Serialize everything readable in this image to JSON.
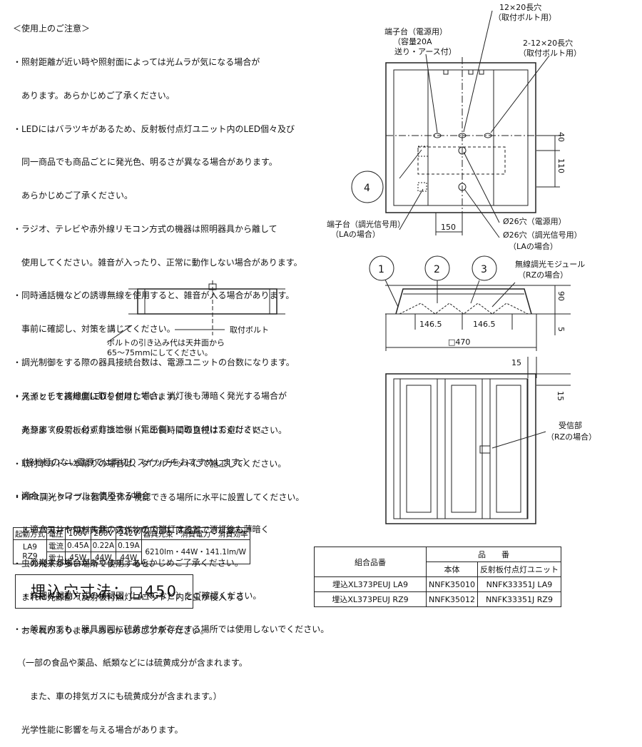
{
  "notes": {
    "lines": [
      "＜使用上のご注意＞",
      "・照射距離が近い時や照射面によっては光ムラが気になる場合が",
      "　あります。あらかじめご了承ください。",
      "・LEDにはバラツキがあるため、反射板付点灯ユニット内のLED個々及び",
      "　同一商品でも商品ごとに発光色、明るさが異なる場合があります。",
      "　あらかじめご了承ください。",
      "・ラジオ、テレビや赤外線リモコン方式の機器は照明器具から離して",
      "　使用してください。雑音が入ったり、正常に動作しない場合があります。",
      "・同時通話機などの誘導無線を使用すると、雑音が入る場合があります。",
      "　事前に確認し、対策を講じてください。",
      "・調光制御をする際の器具接続台数は、電源ユニットの台数になります。",
      "・スイッチを接地側に取り付けた場合、消灯後も薄暗く発光する場合が",
      "　ありますので、必ず非接地側（電圧側）に取り付けてください。",
      "　（接地極のない電源では両切りスイッチをおすすめします。）",
      "・適合コントロールを使用する場合",
      "　・適合コントロール側のスイッチで消灯すると、消灯後も薄暗く",
      "　　発光する場合があります。あらかじめご了承ください。",
      "　・詳細は起動方式の承認図（LA-KGなど）をご確認ください。",
      "・一般屋内でも、器具周囲に硫黄成分が存在する場所では使用しないでください。",
      "　（一部の食品や薬品、紙類などには硫黄成分が含まれます。",
      "　　また、車の排気ガスにも硫黄成分が含まれます。）",
      "　光学性能に影響を与える場合があります。"
    ]
  },
  "notes2": {
    "lines": [
      "・光源として高輝度LEDを使用しています。",
      "　光源部（反射板付点灯ユニット）の長時間の直視はお避けください。",
      "・取付ボルトー本吊りの場合は、ダブルナットにて施工してください。",
      "・PiPit調光タイプは器具全体が視認できる場所に水平に設置してください。",
      "　ルーバ天井や傾斜天井、造作物の内部には設置できません。",
      "・虫の飛来が多い場所で使用すると、",
      "　まれに光源部（反射板付点灯ユニット）内に虫が侵入する",
      "　おそれがあります。あらかじめご了承ください。"
    ]
  },
  "install": {
    "bolt_label": "取付ボルト",
    "bolt_note_1": "ボルトの引き込み代は天井面から",
    "bolt_note_2": "65～75mmにしてください。"
  },
  "top_view": {
    "hole_12x20": "12×20長穴",
    "hole_12x20_sub": "（取付ボルト用）",
    "hole_2_12x20": "2-12×20長穴",
    "hole_2_12x20_sub": "（取付ボルト用）",
    "terminal_power_1": "端子台（電源用）",
    "terminal_power_2": "（容量20A",
    "terminal_power_3": "送り・アース付）",
    "terminal_dim_1": "端子台（調光信号用）",
    "terminal_dim_2": "（LAの場合）",
    "dim_40": "40",
    "dim_110": "110",
    "dim_150": "150",
    "hole_26_power": "Ø26穴（電源用）",
    "hole_26_dim": "Ø26穴（調光信号用）",
    "hole_26_dim_sub": "（LAの場合）",
    "callout_4": "4"
  },
  "side_view": {
    "callout_1": "1",
    "callout_2": "2",
    "callout_3": "3",
    "module_1": "無線調光モジュール",
    "module_2": "（RZの場合）",
    "dim_90": "90",
    "dim_5": "5",
    "dim_1465a": "146.5",
    "dim_1465b": "146.5",
    "dim_470": "□470"
  },
  "bottom_view": {
    "dim_15a": "15",
    "dim_15b": "15",
    "receiver_1": "受信部",
    "receiver_2": "（RZの場合）"
  },
  "spec_table": {
    "h_start": "起動方式",
    "h_voltage": "電圧",
    "h_100": "100V",
    "h_200": "200V",
    "h_242": "242V",
    "h_perf": "器具光束・消費電力・消費効率",
    "model": "LA9\nRZ9",
    "r1_label": "電流",
    "r1_100": "0.45A",
    "r1_200": "0.22A",
    "r1_242": "0.19A",
    "r2_label": "電力",
    "r2_100": "45W",
    "r2_200": "44W",
    "r2_242": "44W",
    "perf": "6210lm・44W・141.1lm/W"
  },
  "hole_size": "埋込穴寸法：□450",
  "product_table": {
    "h_combo": "組合品番",
    "h_item": "品　　番",
    "h_body": "本体",
    "h_unit": "反射板付点灯ユニット",
    "rows": [
      {
        "combo": "埋込XL373PEUJ LA9",
        "body": "NNFK35010",
        "unit": "NNFK33351J LA9"
      },
      {
        "combo": "埋込XL373PEUJ RZ9",
        "body": "NNFK35012",
        "unit": "NNFK33351J RZ9"
      }
    ]
  }
}
